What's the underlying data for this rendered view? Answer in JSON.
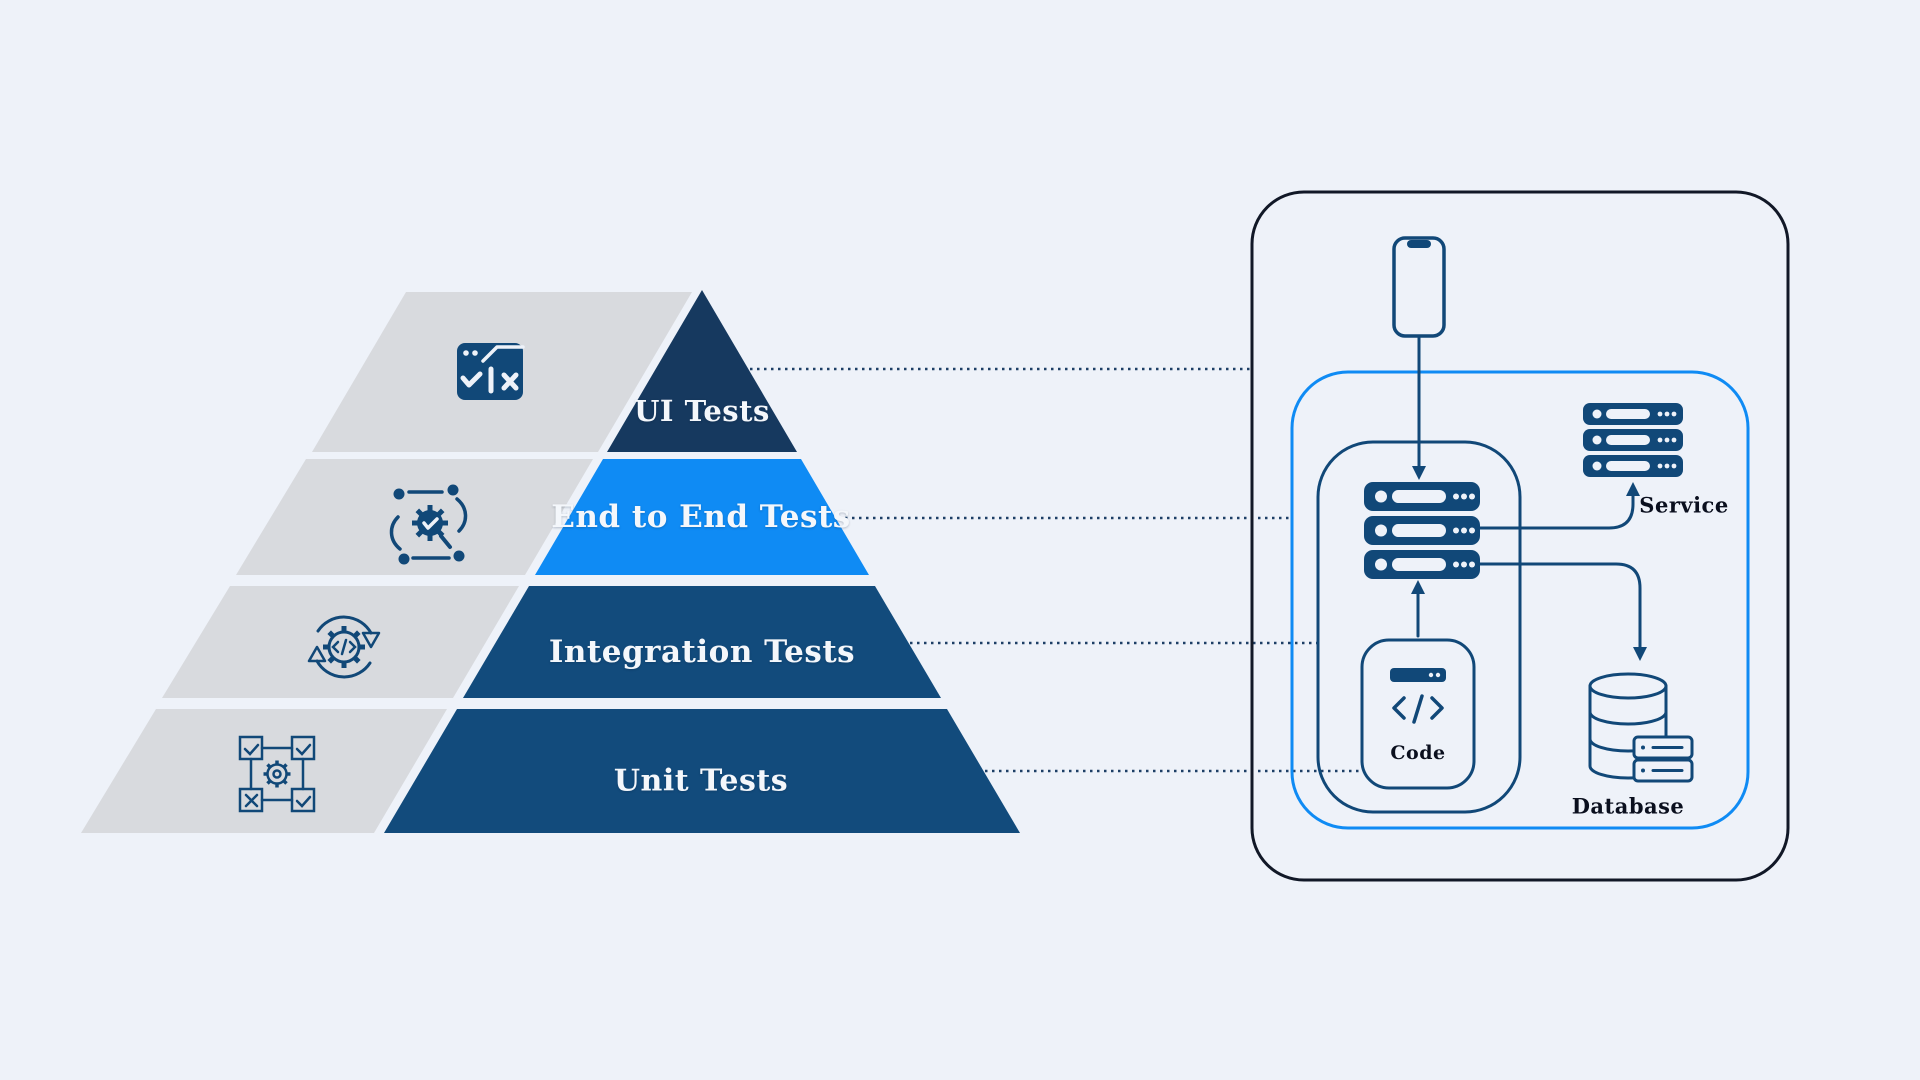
{
  "background": "#eef2f9",
  "pyramid": {
    "gray": "#d8dade",
    "label_color": "#f4f7fb",
    "levels": [
      {
        "label": "UI Tests",
        "color": "#16395f",
        "icon": "browser-test-icon"
      },
      {
        "label": "End to End Tests",
        "color": "#0f8bf4",
        "icon": "automation-flow-icon"
      },
      {
        "label": "Integration Tests",
        "color": "#124b7c",
        "icon": "sync-gear-icon"
      },
      {
        "label": "Unit Tests",
        "color": "#124b7c",
        "icon": "unit-grid-icon"
      }
    ]
  },
  "architecture": {
    "border_black": "#111827",
    "border_blue": "#0f8bf4",
    "navy": "#114878",
    "label_color": "#0a0f1e",
    "nodes": {
      "service": "Service",
      "code": "Code",
      "database": "Database"
    }
  },
  "connector_color": "#1d3f66"
}
